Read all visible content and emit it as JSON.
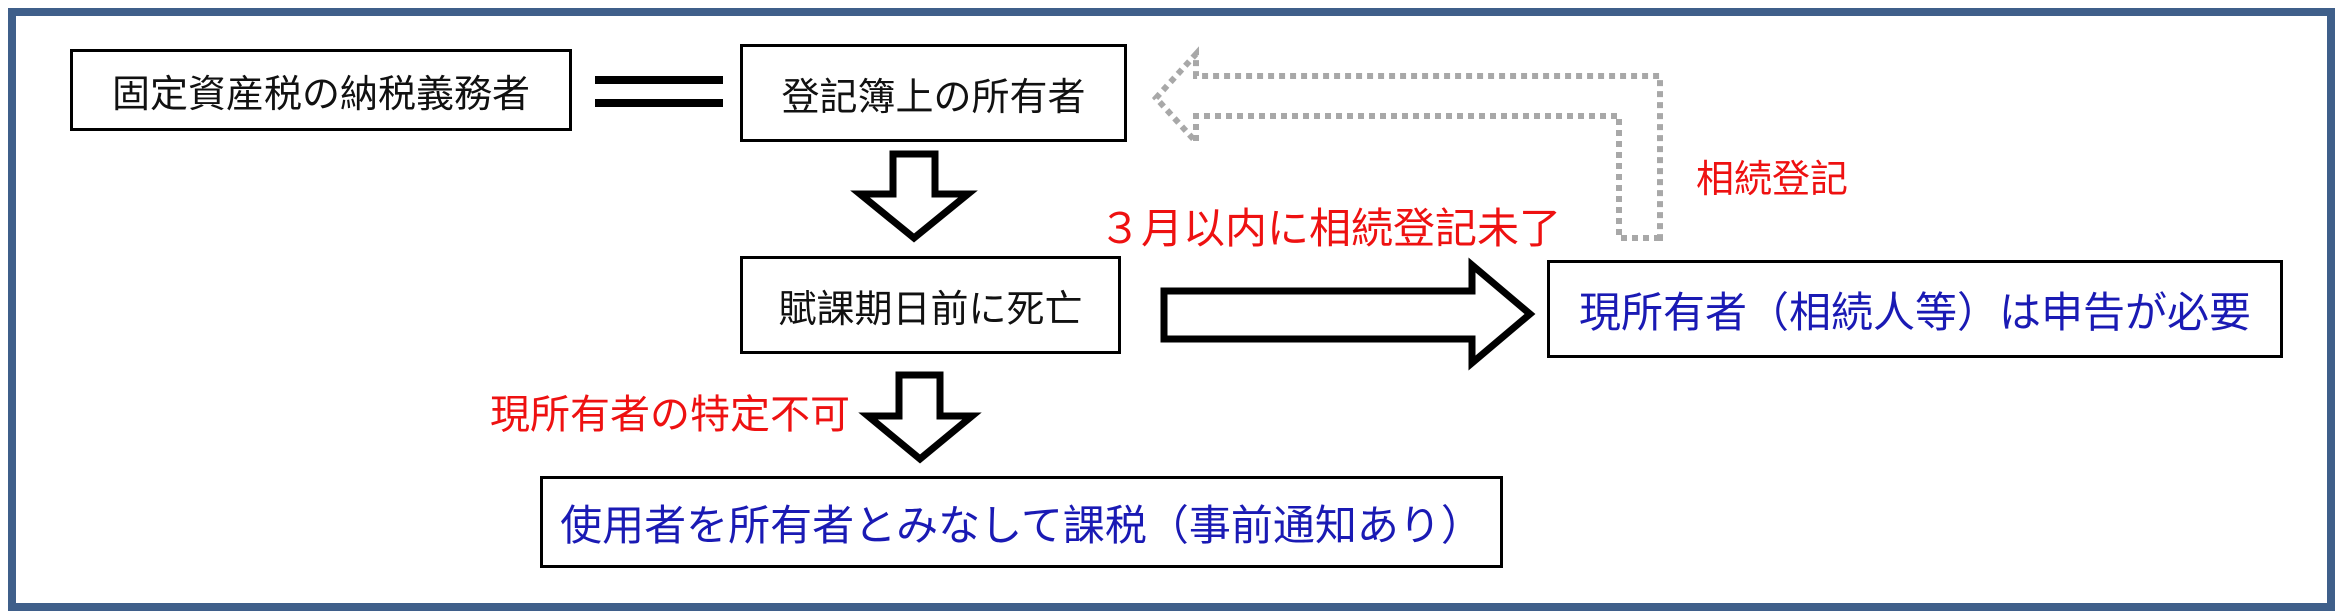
{
  "colors": {
    "frame": "#3f5f8a",
    "red_text": "#ee1111",
    "blue_text": "#1a1ab4",
    "dotted_arrow": "#a8a8a8"
  },
  "nodes": {
    "taxpayer": "固定資産税の納税義務者",
    "registered_owner": "登記簿上の所有者",
    "death": "賦課期日前に死亡",
    "current_owner_report": "現所有者（相続人等）は申告が必要",
    "user_taxation": "使用者を所有者とみなして課税（事前通知あり）"
  },
  "labels": {
    "inheritance_registration": "相続登記",
    "not_registered_3months": "３月以内に相続登記未了",
    "owner_unidentified": "現所有者の特定不可"
  },
  "edges": [
    {
      "from": "taxpayer",
      "to": "registered_owner",
      "kind": "equals"
    },
    {
      "from": "registered_owner",
      "to": "death",
      "kind": "outline-arrow"
    },
    {
      "from": "death",
      "to": "current_owner_report",
      "kind": "outline-arrow",
      "label": "not_registered_3months"
    },
    {
      "from": "current_owner_report",
      "to": "registered_owner",
      "kind": "dotted-arrow",
      "label": "inheritance_registration"
    },
    {
      "from": "death",
      "to": "user_taxation",
      "kind": "outline-arrow",
      "label": "owner_unidentified"
    }
  ]
}
